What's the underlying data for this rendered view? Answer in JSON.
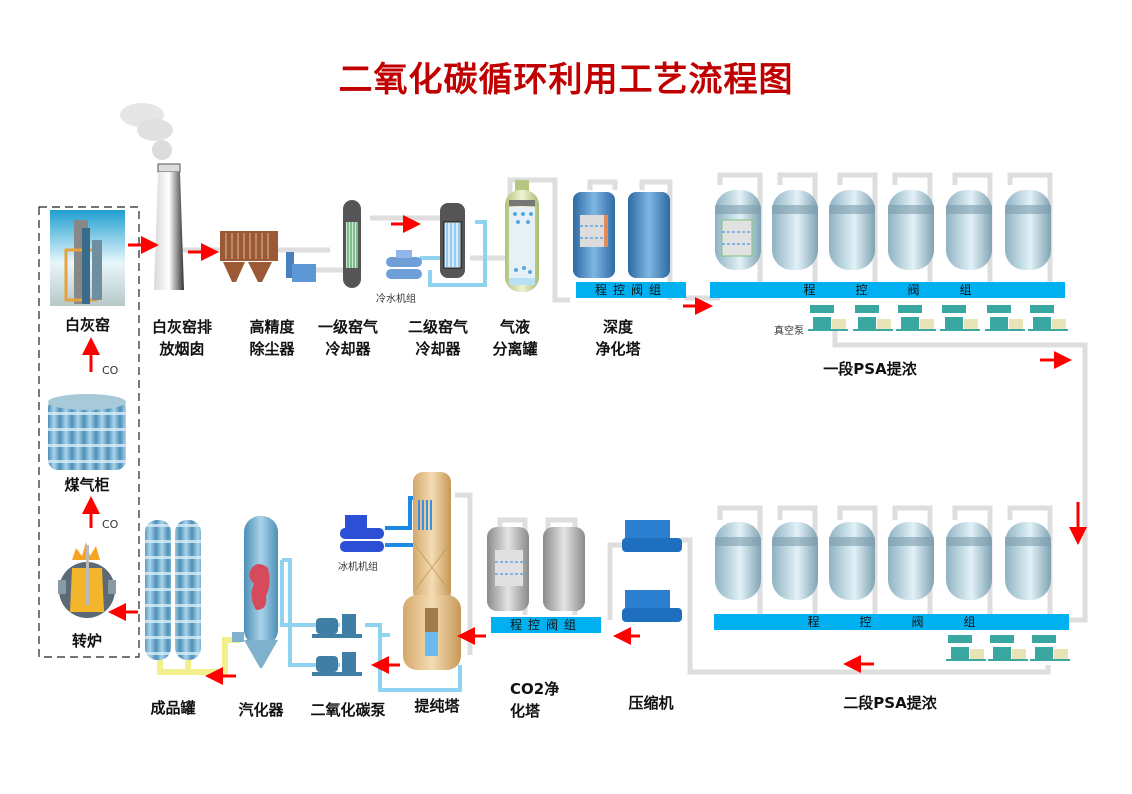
{
  "title": "二氧化碳循环利用工艺流程图",
  "equipment": {
    "lime_kiln": "白灰窑",
    "chimney": "白灰窑排\n放烟囱",
    "dust_collector": "高精度\n除尘器",
    "cooler1": "一级窑气\n冷却器",
    "cooler2": "二级窑气\n冷却器",
    "separator": "气液\n分离罐",
    "deep_purifier": "深度\n净化塔",
    "psa1": "一段PSA提浓",
    "psa2": "二段PSA提浓",
    "compressor": "压缩机",
    "co2_purifier": "CO2净\n化塔",
    "purify_tower": "提纯塔",
    "co2_pump": "二氧化碳泵",
    "vaporizer": "汽化器",
    "product_tank": "成品罐",
    "converter": "转炉",
    "gas_holder": "煤气柜"
  },
  "annotations": {
    "chiller_unit": "冷水机组",
    "ice_machine_unit": "冰机机组",
    "vacuum_pump": "真空泵",
    "co_label_1": "CO",
    "co_label_2": "CO"
  },
  "valve_groups": {
    "deep_purifier": [
      "程",
      "控",
      "阀",
      "组"
    ],
    "psa1": [
      "程",
      "控",
      "阀",
      "组"
    ],
    "psa2": [
      "程",
      "控",
      "阀",
      "组"
    ],
    "co2_purifier": [
      "程",
      "控",
      "阀",
      "组"
    ]
  },
  "colors": {
    "title": "#c00000",
    "arrow": "#ff0000",
    "valve_bar": "#00b0f0",
    "pipe": "#dcdcdc",
    "cold_pipe": "#8fd3f0",
    "product_pipe": "#f2f08c"
  }
}
